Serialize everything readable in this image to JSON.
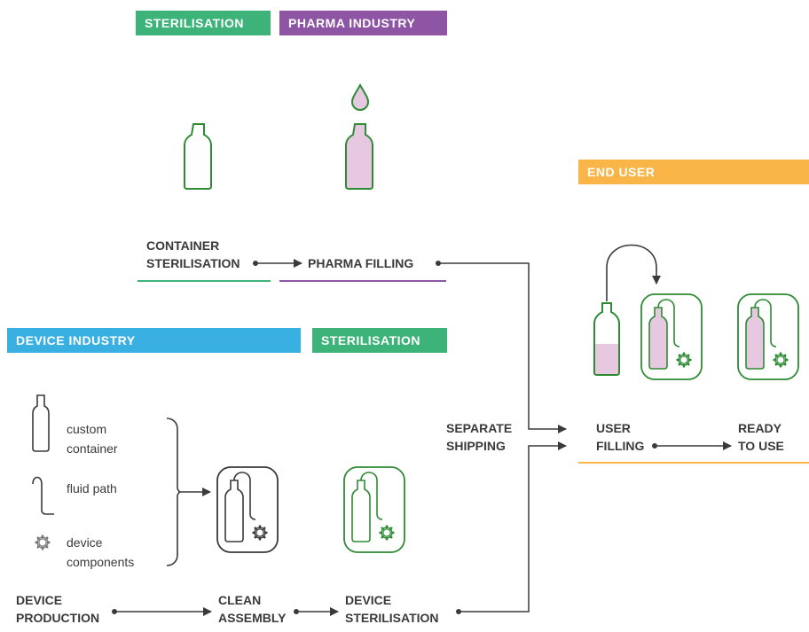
{
  "colors": {
    "green": "#3db37a",
    "purple": "#8e55a5",
    "blue": "#3ab0e2",
    "orange": "#f9b548",
    "dark_green": "#2e8b34",
    "text": "#3a3a3a",
    "liquid": "#e6c9e0"
  },
  "tags": {
    "sterilisation_top": "STERILISATION",
    "pharma_industry": "PHARMA INDUSTRY",
    "end_user": "END USER",
    "device_industry": "DEVICE INDUSTRY",
    "sterilisation_bottom": "STERILISATION"
  },
  "steps": {
    "container_sterilisation": [
      "CONTAINER",
      "STERILISATION"
    ],
    "pharma_filling": "PHARMA FILLING",
    "separate_shipping": [
      "SEPARATE",
      "SHIPPING"
    ],
    "user_filling": [
      "USER",
      "FILLING"
    ],
    "ready_to_use": [
      "READY",
      "TO USE"
    ],
    "device_production": [
      "DEVICE",
      "PRODUCTION"
    ],
    "clean_assembly": [
      "CLEAN",
      "ASSEMBLY"
    ],
    "device_sterilisation": [
      "DEVICE",
      "STERILISATION"
    ]
  },
  "components": {
    "custom_container": [
      "custom",
      "container"
    ],
    "fluid_path": "fluid path",
    "device_components": [
      "device",
      "components"
    ]
  },
  "icons": [
    "bottle-icon",
    "droplet-icon",
    "filled-bottle-icon",
    "fluid-path-icon",
    "gear-icon",
    "device-icon",
    "arrow-icon"
  ]
}
